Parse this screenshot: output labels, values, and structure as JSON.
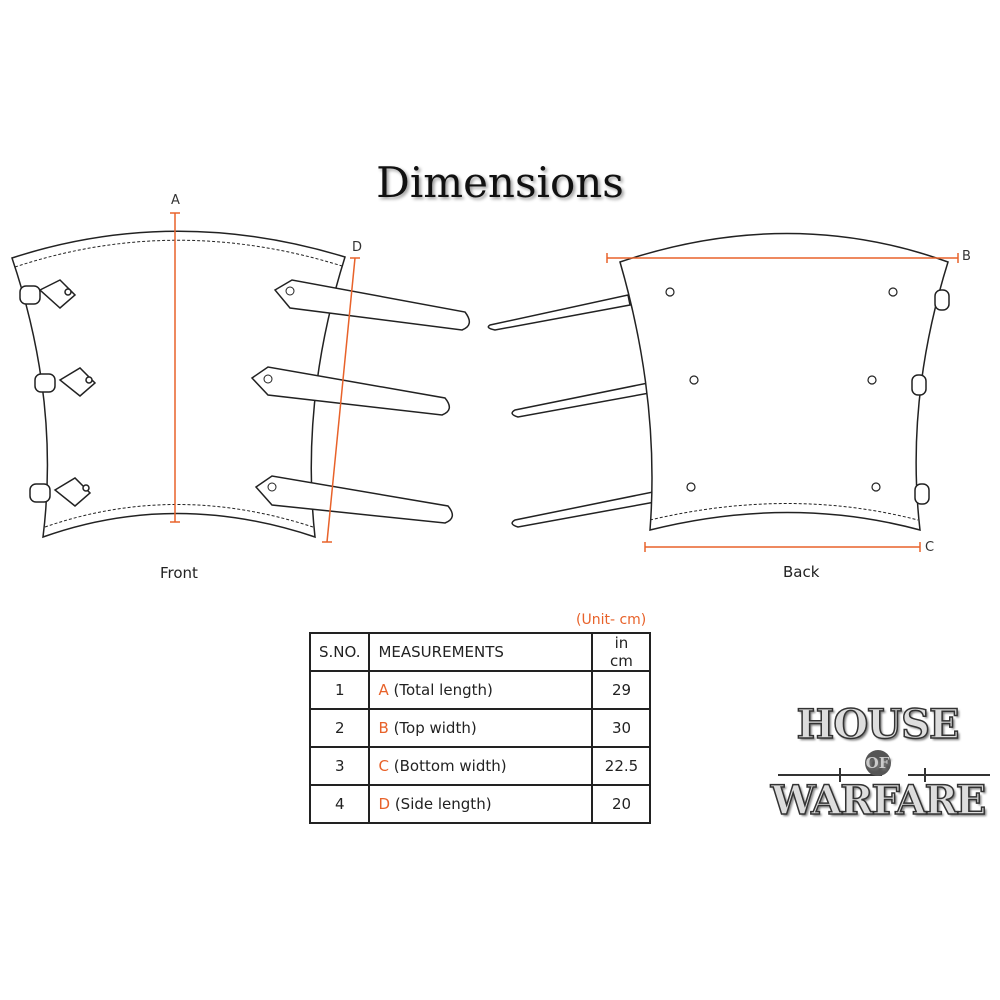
{
  "title": "Dimensions",
  "views": {
    "front": "Front",
    "back": "Back"
  },
  "dimension_labels": {
    "a": "A",
    "b": "B",
    "c": "C",
    "d": "D"
  },
  "unit_note": "(Unit- cm)",
  "table": {
    "headers": [
      "S.NO.",
      "MEASUREMENTS",
      "in cm"
    ],
    "rows": [
      {
        "sno": "1",
        "letter": "A",
        "desc": "(Total length)",
        "value": "29"
      },
      {
        "sno": "2",
        "letter": "B",
        "desc": "(Top width)",
        "value": "30"
      },
      {
        "sno": "3",
        "letter": "C",
        "desc": "(Bottom width)",
        "value": "22.5"
      },
      {
        "sno": "4",
        "letter": "D",
        "desc": "(Side length)",
        "value": "20"
      }
    ]
  },
  "logo": {
    "line1": "HOUSE",
    "line2": "OF",
    "line3": "WARFARE"
  },
  "colors": {
    "accent": "#e8622a",
    "line": "#222222"
  }
}
